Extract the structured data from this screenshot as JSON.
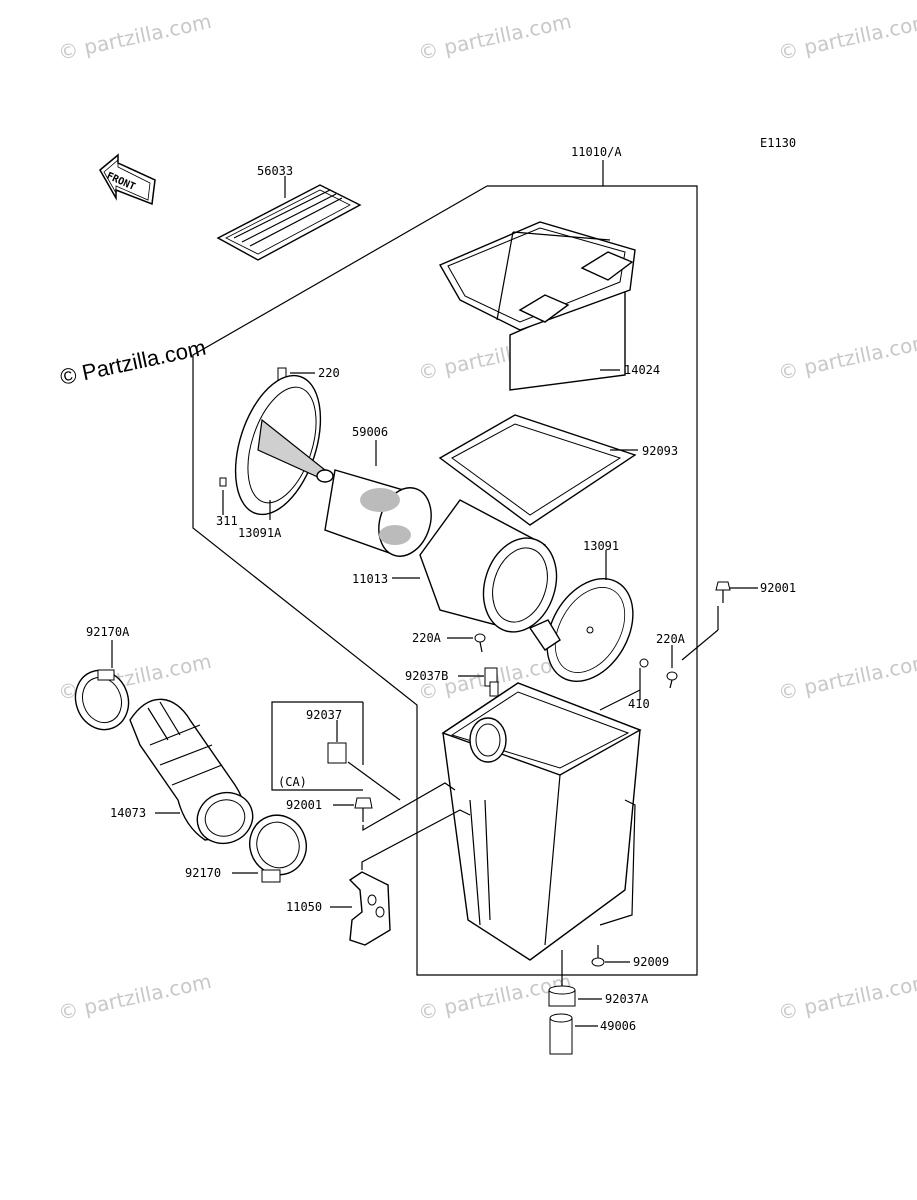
{
  "diagram_code": "E1130",
  "front_label": "FRONT",
  "watermark_large": "© Partzilla.com",
  "watermark_small": "© partzilla.com",
  "variant_note": "(CA)",
  "callouts": {
    "assembly": "11010/A",
    "p56033": "56033",
    "p220": "220",
    "p14024": "14024",
    "p59006": "59006",
    "p92093": "92093",
    "p311": "311",
    "p13091A": "13091A",
    "p13091": "13091",
    "p11013": "11013",
    "p92001_right": "92001",
    "p220A_left": "220A",
    "p220A_right": "220A",
    "p92170A": "92170A",
    "p92037B": "92037B",
    "p410": "410",
    "p92037": "92037",
    "p92001_left": "92001",
    "p14073": "14073",
    "p92170": "92170",
    "p11050": "11050",
    "p92009": "92009",
    "p92037A": "92037A",
    "p49006": "49006"
  }
}
